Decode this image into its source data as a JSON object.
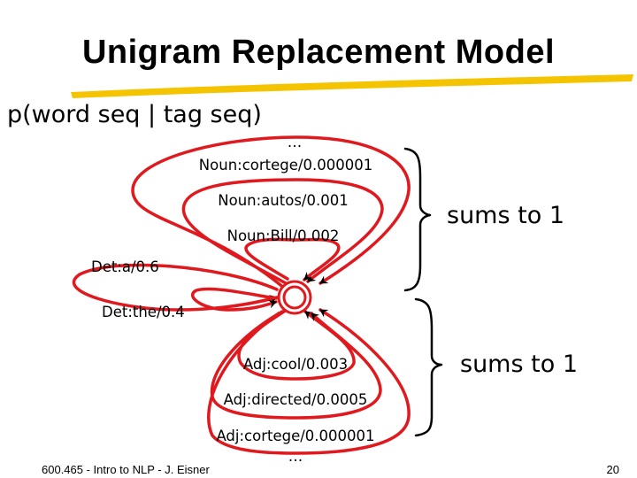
{
  "slide": {
    "title": "Unigram Replacement Model",
    "subtitle": "p(word seq | tag seq)",
    "footer_left": "600.465 - Intro to NLP - J. Eisner",
    "footer_right": "20"
  },
  "diagram": {
    "arc_color": "#e0191f",
    "highlight_color": "#f5c400",
    "ellipsis_top": "…",
    "ellipsis_bottom": "…",
    "labels": {
      "noun_cortege": "Noun:cortege/0.000001",
      "noun_autos": "Noun:autos/0.001",
      "noun_bill": "Noun:Bill/0.002",
      "det_a": "Det:a/0.6",
      "det_the": "Det:the/0.4",
      "adj_cool": "Adj:cool/0.003",
      "adj_directed": "Adj:directed/0.0005",
      "adj_cortege": "Adj:cortege/0.000001"
    },
    "sum_top": "sums to 1",
    "sum_bottom": "sums to 1"
  }
}
